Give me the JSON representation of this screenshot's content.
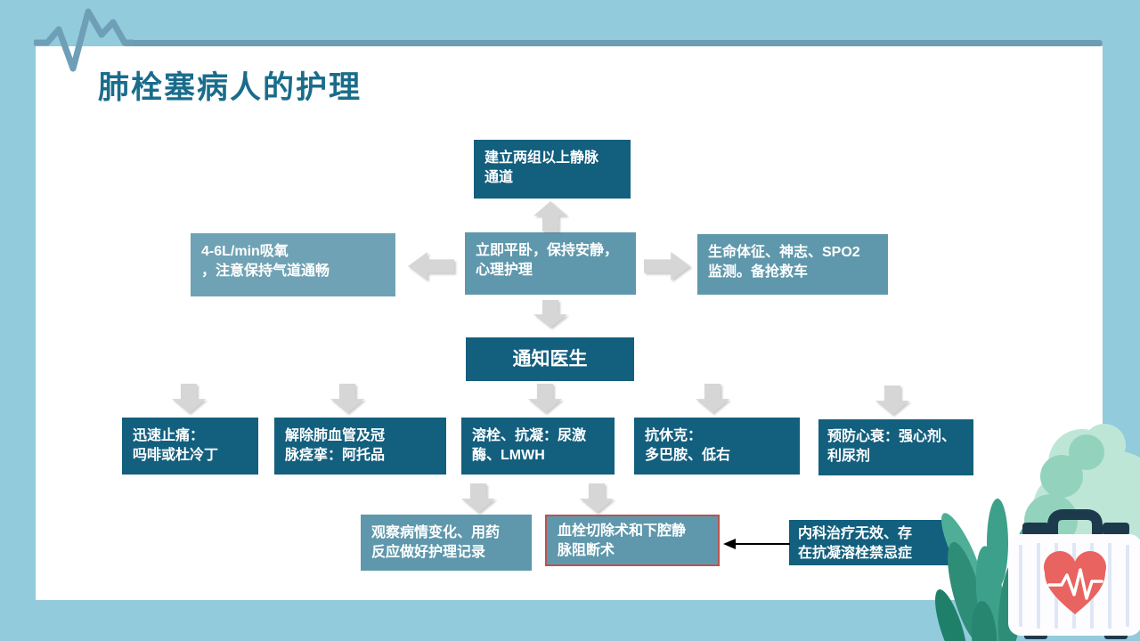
{
  "slide": {
    "title": "肺栓塞病人的护理"
  },
  "flowchart": {
    "nodes": {
      "iv_access": {
        "label": "建立两组以上静脉\n通道"
      },
      "oxygen": {
        "label": "4-6L/min吸氧\n，注意保持气道通畅"
      },
      "rest": {
        "label": "立即平卧，保持安静，\n心理护理"
      },
      "monitoring": {
        "label": "生命体征、神志、SPO2\n监测。备抢救车"
      },
      "notify_doctor": {
        "label": "通知医生"
      },
      "pain_relief": {
        "label": "迅速止痛：\n吗啡或杜冷丁"
      },
      "antispasm": {
        "label": "解除肺血管及冠\n脉痉挛：阿托品"
      },
      "thrombolysis": {
        "label": "溶栓、抗凝：尿激\n酶、LMWH"
      },
      "antishock": {
        "label": "抗休克：\n多巴胺、低右"
      },
      "heart_failure_prevention": {
        "label": "预防心衰：强心剂、\n利尿剂"
      },
      "observation": {
        "label": "观察病情变化、用药\n反应做好护理记录"
      },
      "surgery": {
        "label": "血栓切除术和下腔静\n脉阻断术"
      },
      "medical_failure": {
        "label": "内科治疗无效、存\n在抗凝溶栓禁忌症"
      }
    }
  },
  "icons": {
    "header": "ecg-heartbeat-line-icon",
    "decorations": [
      "tree-bush-icon",
      "plant-leaves-icon",
      "first-aid-kit-icon",
      "heart-pulse-icon"
    ]
  },
  "colors": {
    "frame": "#92cbdc",
    "header_line": "#6d9db5",
    "title": "#1a6c8b",
    "node_dark": "#135f7e",
    "node_medium": "#5f98ac",
    "node_light": "#6fa2b4",
    "arrow_gray": "#d6d6d6",
    "surgery_border": "#b85450",
    "black_arrow": "#000000",
    "heart": "#e96360"
  }
}
